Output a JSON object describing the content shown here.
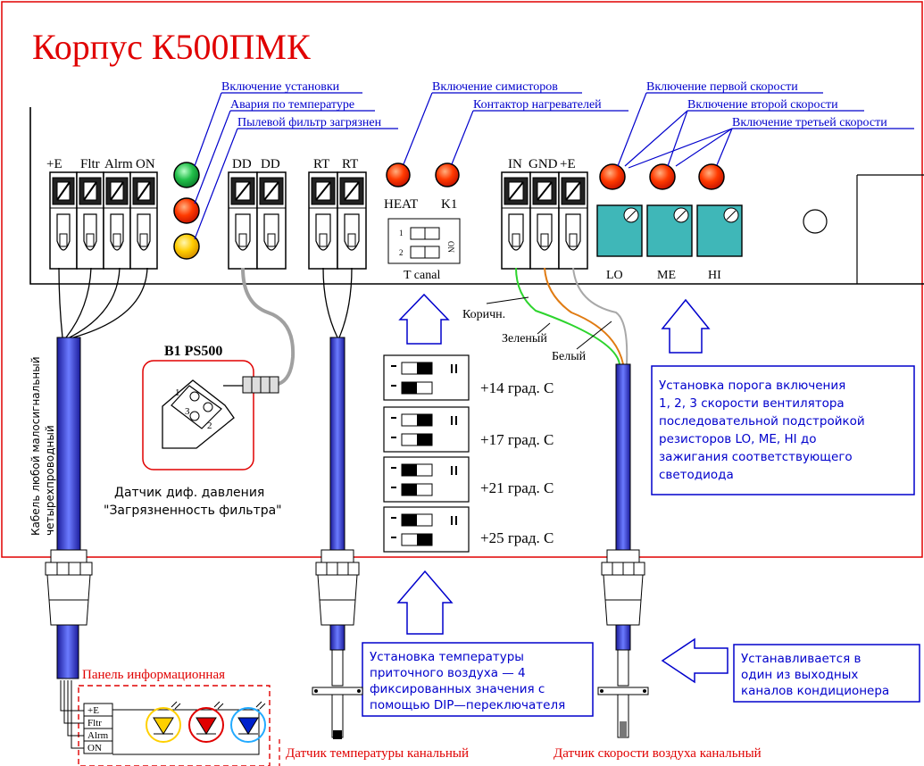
{
  "title": "Корпус К500ПМК",
  "leds_left": {
    "power": "Включение установки",
    "alarm": "Авария по температуре",
    "filter": "Пылевой фильтр загрязнен"
  },
  "leds_mid": {
    "triacs": "Включение симисторов",
    "contactor": "Контактор нагревателей",
    "heat": "HEAT",
    "k1": "K1"
  },
  "leds_right": {
    "speed1": "Включение первой скорости",
    "speed2": "Включение второй скорости",
    "speed3": "Включение третьей скорости"
  },
  "terminals": {
    "t1": "+E",
    "t2": "Fltr",
    "t3": "Alrm",
    "t4": "ON",
    "dd1": "DD",
    "dd2": "DD",
    "rt1": "RT",
    "rt2": "RT",
    "in": "IN",
    "gnd": "GND",
    "pe": "+E"
  },
  "dip": {
    "caption": "T canal",
    "on": "ON",
    "n1": "1",
    "n2": "2"
  },
  "potentiometers": {
    "lo": "LO",
    "me": "ME",
    "hi": "HI"
  },
  "wires": {
    "brown": "Коричн.",
    "green": "Зеленый",
    "white": "Белый"
  },
  "sensor": {
    "name": "B1 PS500",
    "p1": "1",
    "p2": "2",
    "p3": "3",
    "caption1": "Датчик диф. давления",
    "caption2": "\"Загрязненность фильтра\""
  },
  "cable_label1": "Кабель любой малосигнальный",
  "cable_label2": "четырехпроводный",
  "temps": [
    "+14 град. С",
    "+17 град. С",
    "+21 град. С",
    "+25 град. С"
  ],
  "note_speed": [
    "Установка порога включения",
    "1, 2, 3 скорости вентилятора",
    "последовательной подстройкой",
    "резисторов LO, ME, HI до",
    "зажигания соответствующего",
    "светодиода"
  ],
  "note_temp": [
    "Установка температуры",
    "приточного воздуха — 4",
    "фиксированных значения с",
    "помощью DIP—переключателя"
  ],
  "note_air": [
    "Устанавливается в",
    "один из выходных",
    "каналов кондиционера"
  ],
  "panel": {
    "title": "Панель информационная",
    "t1": "+E",
    "t2": "Fltr",
    "t3": "Alrm",
    "t4": "ON"
  },
  "bottom": {
    "temp_sensor": "Датчик температуры канальный",
    "air_sensor": "Датчик скорости воздуха канальный"
  },
  "colors": {
    "red": "#e00000",
    "blue": "#0000cc",
    "teal": "#3fb7b8",
    "led_red": "#ff3300",
    "led_green": "#22c04a",
    "led_yellow": "#ffd000"
  }
}
